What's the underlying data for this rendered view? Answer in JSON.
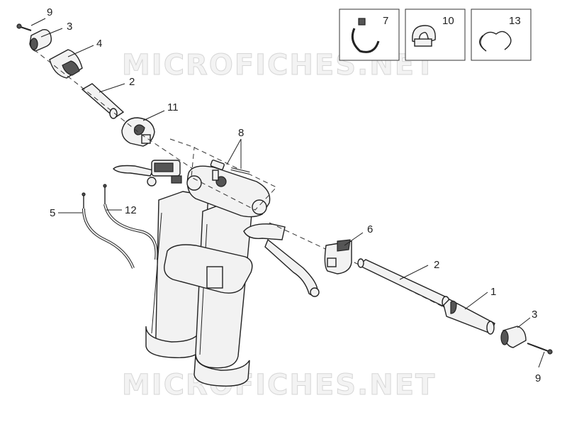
{
  "watermarks": [
    "MICROFICHES.NET",
    "MICROFICHES.NET"
  ],
  "callouts": {
    "c1": "1",
    "c2a": "2",
    "c2b": "2",
    "c3a": "3",
    "c3b": "3",
    "c4": "4",
    "c5": "5",
    "c6": "6",
    "c7": "7",
    "c8": "8",
    "c9a": "9",
    "c9b": "9",
    "c10": "10",
    "c11": "11",
    "c12": "12",
    "c13": "13"
  }
}
